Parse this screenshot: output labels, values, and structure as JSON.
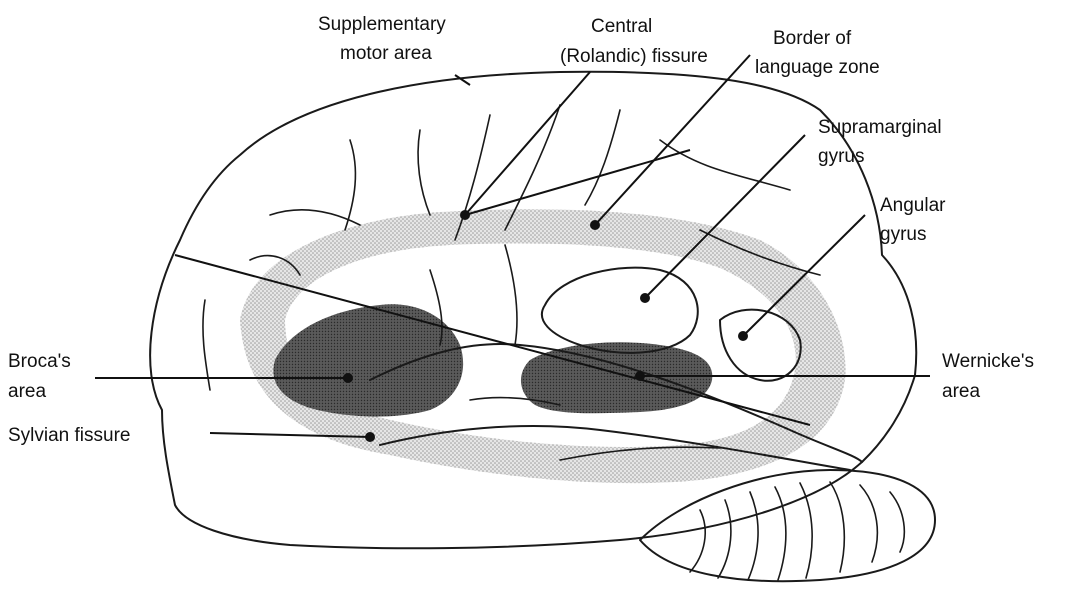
{
  "colors": {
    "ink": "#111111",
    "language_zone": "#d4d4d4",
    "language_zone_inner": "#c2c2c2",
    "dark_region": "#555555"
  },
  "labels": {
    "supplementary_motor": [
      "Supplementary",
      "motor area"
    ],
    "central_fissure": [
      "Central",
      "(Rolandic) fissure"
    ],
    "language_border": [
      "Border of",
      "language zone"
    ],
    "supramarginal": [
      "Supramarginal",
      "gyrus"
    ],
    "angular": [
      "Angular",
      "gyrus"
    ],
    "broca": [
      "Broca's",
      "area"
    ],
    "wernicke": [
      "Wernicke's",
      "area"
    ],
    "sylvian": "Sylvian fissure"
  },
  "icons": {
    "region_pointer": "dot-marker-icon"
  }
}
